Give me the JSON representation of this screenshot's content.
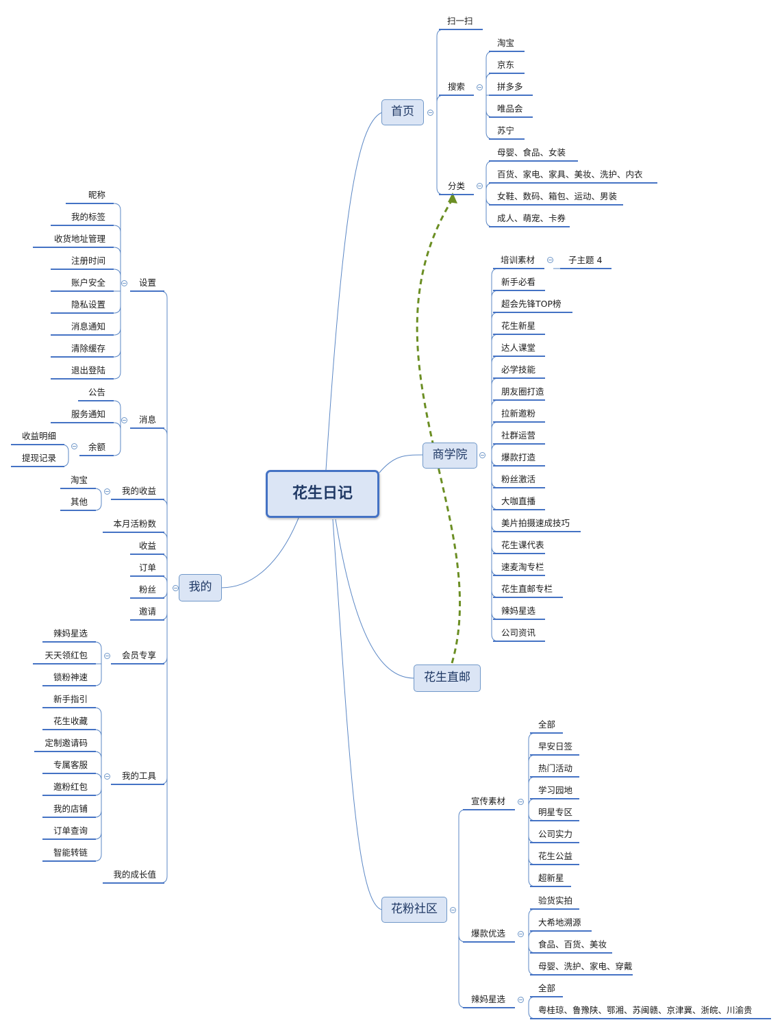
{
  "root": "花生日记",
  "main_topics": {
    "home": "首页",
    "academy": "商学院",
    "mail": "花生直邮",
    "community": "花粉社区",
    "mine": "我的"
  },
  "home": {
    "scan": "扫一扫",
    "search": {
      "label": "搜索",
      "items": [
        "淘宝",
        "京东",
        "拼多多",
        "唯品会",
        "苏宁"
      ]
    },
    "category": {
      "label": "分类",
      "items": [
        "母婴、食品、女装",
        "百货、家电、家具、美妆、洗护、内衣",
        "女鞋、数码、箱包、运动、男装",
        "成人、萌宠、卡券"
      ]
    }
  },
  "academy": {
    "training": {
      "label": "培训素材",
      "child": "子主题 4"
    },
    "items": [
      "新手必看",
      "超会先锋TOP榜",
      "花生新星",
      "达人课堂",
      "必学技能",
      "朋友圈打造",
      "拉新邀粉",
      "社群运营",
      "爆款打造",
      "粉丝激活",
      "大咖直播",
      "美片拍摄速成技巧",
      "花生课代表",
      "速麦淘专栏",
      "花生直邮专栏",
      "辣妈星选",
      "公司资讯"
    ]
  },
  "community": {
    "promo": {
      "label": "宣传素材",
      "items": [
        "全部",
        "早安日签",
        "热门活动",
        "学习园地",
        "明星专区",
        "公司实力",
        "花生公益",
        "超新星"
      ]
    },
    "hot": {
      "label": "爆款优选",
      "items": [
        "验货实拍",
        "大希地溯源",
        "食品、百货、美妆",
        "母婴、洗护、家电、穿戴"
      ]
    },
    "mama": {
      "label": "辣妈星选",
      "items": [
        "全部",
        "粤桂琼、鲁豫陕、鄂湘、苏闽赣、京津冀、浙皖、川渝贵"
      ]
    }
  },
  "mine": {
    "settings": {
      "label": "设置",
      "items": [
        "昵称",
        "我的标签",
        "收货地址管理",
        "注册时间",
        "账户安全",
        "隐私设置",
        "消息通知",
        "清除缓存",
        "退出登陆"
      ]
    },
    "messages": {
      "label": "消息",
      "items": [
        "公告",
        "服务通知"
      ],
      "balance": {
        "label": "余额",
        "items": [
          "收益明细",
          "提现记录"
        ]
      }
    },
    "earnings": {
      "label": "我的收益",
      "items": [
        "淘宝",
        "其他"
      ]
    },
    "simple": [
      "本月活粉数",
      "收益",
      "订单",
      "粉丝",
      "邀请"
    ],
    "vip": {
      "label": "会员专享",
      "items": [
        "辣妈星选",
        "天天领红包",
        "锁粉神速"
      ]
    },
    "tools": {
      "label": "我的工具",
      "items": [
        "新手指引",
        "花生收藏",
        "定制邀请码",
        "专属客服",
        "邀粉红包",
        "我的店铺",
        "订单查询",
        "智能转链"
      ]
    },
    "growth": "我的成长值"
  },
  "colors": {
    "line": "#5b87c5",
    "underline": "#4472c4",
    "relation": "#6b8e23",
    "node_fill": "#dbe5f5"
  }
}
